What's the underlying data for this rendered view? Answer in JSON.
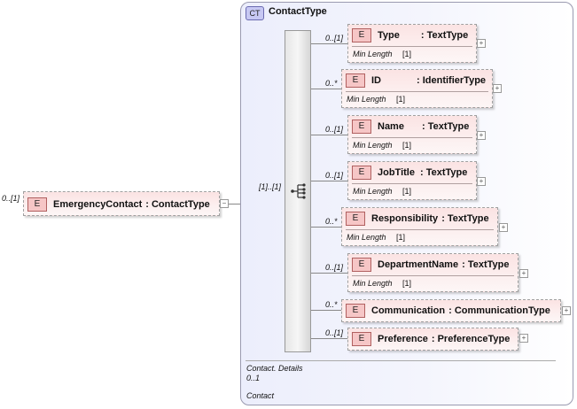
{
  "root": {
    "cardinality": "0..[1]",
    "name": "EmergencyContact",
    "type": ": ContactType",
    "badge": "E"
  },
  "complex_type": {
    "badge": "CT",
    "title": "ContactType"
  },
  "sequence": {
    "cardinality": "[1]..[1]"
  },
  "children": [
    {
      "cardinality": "0..[1]",
      "badge": "E",
      "name": "Type",
      "type": ": TextType",
      "facet": "Min Length",
      "facet_value": "[1]"
    },
    {
      "cardinality": "0..*",
      "badge": "E",
      "name": "ID",
      "type": ": IdentifierType",
      "facet": "Min Length",
      "facet_value": "[1]"
    },
    {
      "cardinality": "0..[1]",
      "badge": "E",
      "name": "Name",
      "type": ": TextType",
      "facet": "Min Length",
      "facet_value": "[1]"
    },
    {
      "cardinality": "0..[1]",
      "badge": "E",
      "name": "JobTitle",
      "type": ": TextType",
      "facet": "Min Length",
      "facet_value": "[1]"
    },
    {
      "cardinality": "0..*",
      "badge": "E",
      "name": "Responsibility",
      "type": ": TextType",
      "facet": "Min Length",
      "facet_value": "[1]"
    },
    {
      "cardinality": "0..[1]",
      "badge": "E",
      "name": "DepartmentName",
      "type": ": TextType",
      "facet": "Min Length",
      "facet_value": "[1]"
    },
    {
      "cardinality": "0..*",
      "badge": "E",
      "name": "Communication",
      "type": ": CommunicationType"
    },
    {
      "cardinality": "0..[1]",
      "badge": "E",
      "name": "Preference",
      "type": ": PreferenceType"
    }
  ],
  "footer": {
    "line1": "Contact. Details",
    "line2": "0..1",
    "line3": "Contact"
  },
  "expand_symbol": "+",
  "collapse_symbol": "−"
}
